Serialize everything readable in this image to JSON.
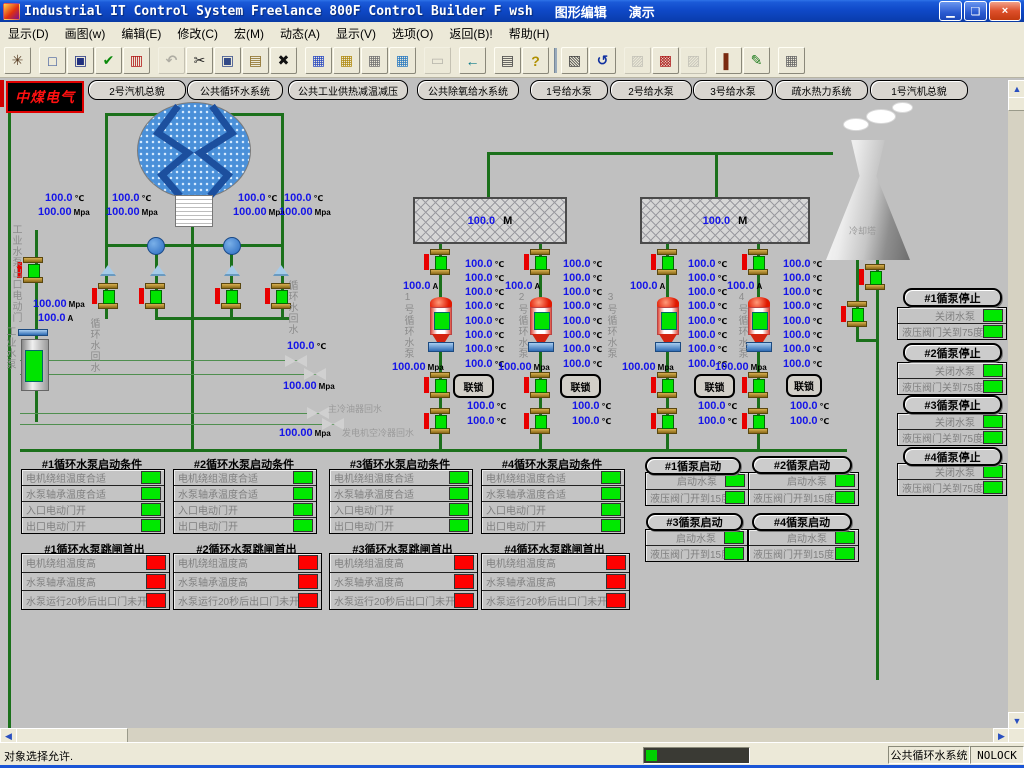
{
  "window": {
    "title": "Industrial IT Control System Freelance 800F Control Builder F wsh",
    "title_menus": [
      "图形编辑",
      "演示"
    ]
  },
  "menubar": [
    "显示(D)",
    "画图(w)",
    "编辑(E)",
    "修改(C)",
    "宏(M)",
    "动态(A)",
    "显示(V)",
    "选项(O)",
    "返回(B)!",
    "帮助(H)"
  ],
  "toolbar": {
    "icons": [
      {
        "name": "demo-hand-icon",
        "glyph": "✳",
        "color": "#53381f"
      },
      {
        "name": "new-drawing-icon",
        "glyph": "□",
        "color": "#1c3f8f",
        "sep": true
      },
      {
        "name": "save-icon",
        "glyph": "▣",
        "color": "#20307f"
      },
      {
        "name": "check-document-icon",
        "glyph": "✔",
        "color": "#0a8a0a"
      },
      {
        "name": "log-book-icon",
        "glyph": "▥",
        "color": "#b01010"
      },
      {
        "name": "undo-icon",
        "glyph": "↶",
        "color": "#555",
        "disabled": true,
        "sep": true
      },
      {
        "name": "cut-icon",
        "glyph": "✂",
        "color": "#222"
      },
      {
        "name": "copy-icon",
        "glyph": "▣",
        "color": "#334a88"
      },
      {
        "name": "paste-icon",
        "glyph": "▤",
        "color": "#886a22"
      },
      {
        "name": "delete-icon",
        "glyph": "✖",
        "color": "#111"
      },
      {
        "name": "table-tags-icon",
        "glyph": "▦",
        "color": "#2a4ac0",
        "sep": true
      },
      {
        "name": "table-find-icon",
        "glyph": "▦",
        "color": "#b08a10"
      },
      {
        "name": "table-colors-icon",
        "glyph": "▦",
        "color": "#707070"
      },
      {
        "name": "table-list-icon",
        "glyph": "▦",
        "color": "#2a7ac0"
      },
      {
        "name": "form-icon",
        "glyph": "▭",
        "color": "#666",
        "disabled": true,
        "sep": true
      },
      {
        "name": "back-arrow-icon",
        "glyph": "←",
        "color": "#0a7a8a",
        "sep": true
      },
      {
        "name": "print-icon",
        "glyph": "▤",
        "color": "#404040",
        "sep": true
      },
      {
        "name": "help-icon",
        "glyph": "?",
        "color": "#b09000"
      },
      {
        "name": "select-region-icon",
        "glyph": "▧",
        "color": "#404040",
        "sep": true,
        "line": true
      },
      {
        "name": "rotate-icon",
        "glyph": "↺",
        "color": "#1030a0"
      },
      {
        "name": "insert-object-icon",
        "glyph": "▨",
        "color": "#888",
        "disabled": true,
        "sep": true
      },
      {
        "name": "macro-edit-icon",
        "glyph": "▩",
        "color": "#b02020"
      },
      {
        "name": "macro-off-icon",
        "glyph": "▨",
        "color": "#888",
        "disabled": true
      },
      {
        "name": "library-icon",
        "glyph": "▌",
        "color": "#7a2a10",
        "sep": true
      },
      {
        "name": "variable-pen-icon",
        "glyph": "✎",
        "color": "#1a7a1a"
      },
      {
        "name": "grid-icon",
        "glyph": "▦",
        "color": "#666",
        "sep": true
      }
    ]
  },
  "tabbar": {
    "logo": "中煤电气",
    "tabs": [
      "2号汽机总貌",
      "公共循环水系统",
      "公共工业供热减温减压",
      "公共除氧给水系统",
      "1号给水泵",
      "2号给水泵",
      "3号给水泵",
      "疏水热力系统",
      "1号汽机总貌"
    ]
  },
  "mimic": {
    "condenser_sensors": [
      {
        "temp": "100.0",
        "temp_unit": "℃",
        "press": "100.00",
        "press_unit": "Mpa"
      },
      {
        "temp": "100.0",
        "temp_unit": "℃",
        "press": "100.00",
        "press_unit": "Mpa"
      },
      {
        "temp": "100.0",
        "temp_unit": "℃",
        "press": "100.00",
        "press_unit": "Mpa"
      },
      {
        "temp": "100.0",
        "temp_unit": "℃",
        "press": "100.00",
        "press_unit": "Mpa"
      }
    ],
    "industrial_line": {
      "valve_label": "工业水泵出口电动门",
      "pump_label": "工业水泵",
      "press": "100.00",
      "press_unit": "Mpa",
      "amp": "100.0",
      "amp_unit": "A"
    },
    "return_labels": [
      "循环水回水",
      "循环水回水"
    ],
    "cooler_area": {
      "temp": "100.0",
      "temp_unit": "℃",
      "press_a": "100.00",
      "press_b": "100.00",
      "press_unit": "Mpa",
      "oil_label": "主冷油器回水",
      "air_label": "发电机空冷器回水"
    },
    "motors": [
      {
        "value": "100.0",
        "tag": "M"
      },
      {
        "value": "100.0",
        "tag": "M"
      }
    ],
    "pumps": [
      {
        "name": "1号循环水泵",
        "amp": "100.0",
        "amp_unit": "A",
        "press": "100.00",
        "press_unit": "Mpa",
        "interlock": "联锁",
        "temp_unit": "℃",
        "temps": [
          "100.0",
          "100.0",
          "100.0",
          "100.0",
          "100.0",
          "100.0",
          "100.0",
          "100.0"
        ],
        "sub_temps": [
          "100.0",
          "100.0"
        ]
      },
      {
        "name": "2号循环水泵",
        "amp": "100.0",
        "amp_unit": "A",
        "press": "100.00",
        "press_unit": "Mpa",
        "interlock": "联锁",
        "temp_unit": "℃",
        "temps": [
          "100.0",
          "100.0",
          "100.0",
          "100.0",
          "100.0",
          "100.0",
          "100.0",
          "100.0"
        ],
        "sub_temps": [
          "100.0",
          "100.0"
        ]
      },
      {
        "name": "3号循环水泵",
        "amp": "100.0",
        "amp_unit": "A",
        "press": "100.00",
        "press_unit": "Mpa",
        "interlock": "联锁",
        "temp_unit": "℃",
        "temps": [
          "100.0",
          "100.0",
          "100.0",
          "100.0",
          "100.0",
          "100.0",
          "100.0",
          "100.0"
        ],
        "sub_temps": [
          "100.0",
          "100.0"
        ]
      },
      {
        "name": "4号循环水泵",
        "amp": "100.0",
        "amp_unit": "A",
        "press": "100.00",
        "press_unit": "Mpa",
        "interlock": "联锁",
        "temp_unit": "℃",
        "temps": [
          "100.0",
          "100.0",
          "100.0",
          "100.0",
          "100.0",
          "100.0",
          "100.0",
          "100.0"
        ],
        "sub_temps": [
          "100.0",
          "100.0"
        ]
      }
    ],
    "tower": {
      "label": "冷却塔"
    }
  },
  "panels": {
    "start_conditions": {
      "titles": [
        "#1循环水泵启动条件",
        "#2循环水泵启动条件",
        "#3循环水泵启动条件",
        "#4循环水泵启动条件"
      ],
      "rows": [
        "电机绕组温度合适",
        "水泵轴承温度合适",
        "入口电动门开",
        "出口电动门开"
      ]
    },
    "trip_firstout": {
      "titles": [
        "#1循环水泵跳闸首出",
        "#2循环水泵跳闸首出",
        "#3循环水泵跳闸首出",
        "#4循环水泵跳闸首出"
      ],
      "rows": [
        "电机绕组温度高",
        "水泵轴承温度高",
        "水泵运行20秒后出口门未开"
      ]
    },
    "pump_start": {
      "buttons": [
        "#1循泵启动",
        "#2循泵启动",
        "#3循泵启动",
        "#4循泵启动"
      ],
      "rows": [
        "启动水泵",
        "液压阀门开到15度"
      ]
    },
    "pump_stop": {
      "buttons": [
        "#1循泵停止",
        "#2循泵停止",
        "#3循泵停止",
        "#4循泵停止"
      ],
      "rows": [
        "关闭水泵",
        "液压阀门关到75度"
      ]
    }
  },
  "statusbar": {
    "message": "对象选择允许.",
    "system": "公共循环水系统",
    "lock": "NOLOCK"
  }
}
